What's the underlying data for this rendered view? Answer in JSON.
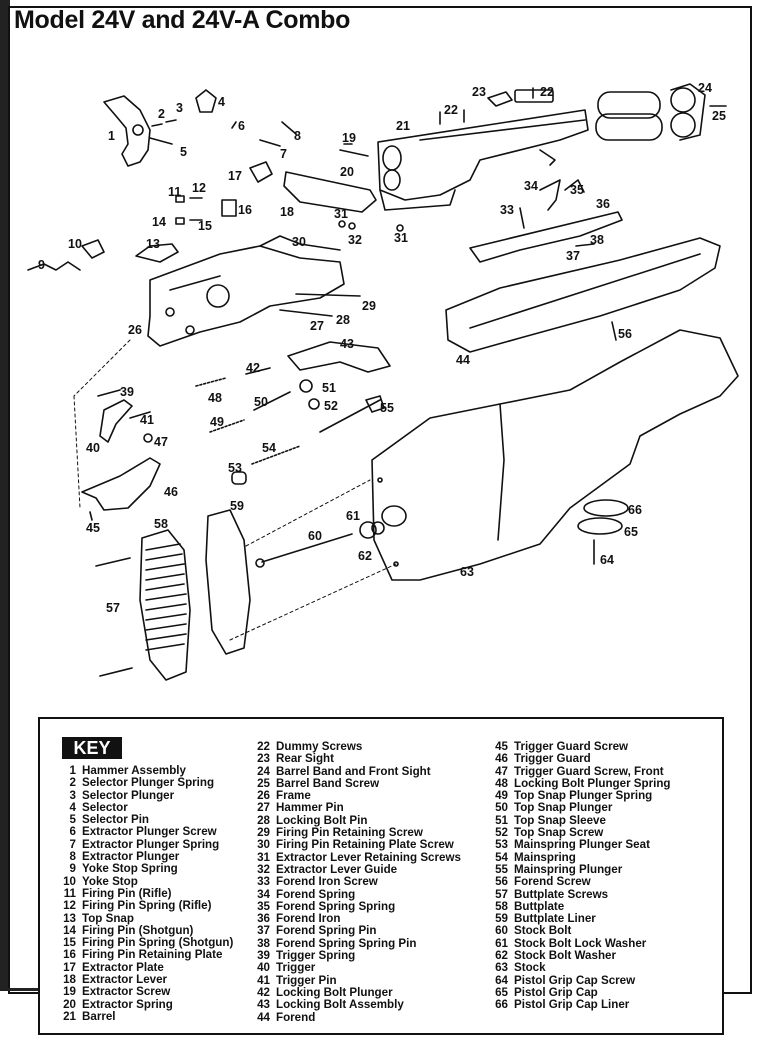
{
  "title": "Model 24V and 24V-A Combo",
  "key_heading": "KEY",
  "diagram_labels": [
    "1",
    "2",
    "3",
    "4",
    "5",
    "6",
    "7",
    "8",
    "9",
    "10",
    "11",
    "12",
    "13",
    "14",
    "15",
    "16",
    "17",
    "18",
    "19",
    "20",
    "21",
    "22",
    "22",
    "23",
    "24",
    "25",
    "26",
    "27",
    "28",
    "29",
    "30",
    "31",
    "31",
    "32",
    "33",
    "34",
    "35",
    "36",
    "37",
    "38",
    "39",
    "40",
    "41",
    "42",
    "43",
    "44",
    "45",
    "46",
    "47",
    "48",
    "49",
    "50",
    "51",
    "52",
    "53",
    "54",
    "55",
    "56",
    "57",
    "58",
    "59",
    "60",
    "61",
    "62",
    "63",
    "64",
    "65",
    "66"
  ],
  "parts": [
    {
      "num": "1",
      "name": "Hammer Assembly"
    },
    {
      "num": "2",
      "name": "Selector Plunger Spring"
    },
    {
      "num": "3",
      "name": "Selector Plunger"
    },
    {
      "num": "4",
      "name": "Selector"
    },
    {
      "num": "5",
      "name": "Selector Pin"
    },
    {
      "num": "6",
      "name": "Extractor Plunger Screw"
    },
    {
      "num": "7",
      "name": "Extractor Plunger Spring"
    },
    {
      "num": "8",
      "name": "Extractor Plunger"
    },
    {
      "num": "9",
      "name": "Yoke Stop Spring"
    },
    {
      "num": "10",
      "name": "Yoke Stop"
    },
    {
      "num": "11",
      "name": "Firing Pin (Rifle)"
    },
    {
      "num": "12",
      "name": "Firing Pin Spring (Rifle)"
    },
    {
      "num": "13",
      "name": "Top Snap"
    },
    {
      "num": "14",
      "name": "Firing Pin (Shotgun)"
    },
    {
      "num": "15",
      "name": "Firing Pin Spring (Shotgun)"
    },
    {
      "num": "16",
      "name": "Firing Pin Retaining Plate"
    },
    {
      "num": "17",
      "name": "Extractor Plate"
    },
    {
      "num": "18",
      "name": "Extractor Lever"
    },
    {
      "num": "19",
      "name": "Extractor Screw"
    },
    {
      "num": "20",
      "name": "Extractor Spring"
    },
    {
      "num": "21",
      "name": "Barrel"
    },
    {
      "num": "22",
      "name": "Dummy Screws"
    },
    {
      "num": "23",
      "name": "Rear Sight"
    },
    {
      "num": "24",
      "name": "Barrel Band and Front Sight"
    },
    {
      "num": "25",
      "name": "Barrel Band Screw"
    },
    {
      "num": "26",
      "name": "Frame"
    },
    {
      "num": "27",
      "name": "Hammer Pin"
    },
    {
      "num": "28",
      "name": "Locking Bolt Pin"
    },
    {
      "num": "29",
      "name": "Firing Pin Retaining Screw"
    },
    {
      "num": "30",
      "name": "Firing Pin Retaining Plate Screw"
    },
    {
      "num": "31",
      "name": "Extractor Lever Retaining Screws"
    },
    {
      "num": "32",
      "name": "Extractor Lever Guide"
    },
    {
      "num": "33",
      "name": "Forend Iron Screw"
    },
    {
      "num": "34",
      "name": "Forend Spring"
    },
    {
      "num": "35",
      "name": "Forend Spring Spring"
    },
    {
      "num": "36",
      "name": "Forend Iron"
    },
    {
      "num": "37",
      "name": "Forend Spring Pin"
    },
    {
      "num": "38",
      "name": "Forend Spring Spring Pin"
    },
    {
      "num": "39",
      "name": "Trigger Spring"
    },
    {
      "num": "40",
      "name": "Trigger"
    },
    {
      "num": "41",
      "name": "Trigger Pin"
    },
    {
      "num": "42",
      "name": "Locking Bolt Plunger"
    },
    {
      "num": "43",
      "name": "Locking Bolt Assembly"
    },
    {
      "num": "44",
      "name": "Forend"
    },
    {
      "num": "45",
      "name": "Trigger Guard Screw"
    },
    {
      "num": "46",
      "name": "Trigger Guard"
    },
    {
      "num": "47",
      "name": "Trigger Guard Screw, Front"
    },
    {
      "num": "48",
      "name": "Locking Bolt Plunger Spring"
    },
    {
      "num": "49",
      "name": "Top Snap Plunger Spring"
    },
    {
      "num": "50",
      "name": "Top Snap Plunger"
    },
    {
      "num": "51",
      "name": "Top Snap Sleeve"
    },
    {
      "num": "52",
      "name": "Top Snap Screw"
    },
    {
      "num": "53",
      "name": "Mainspring Plunger Seat"
    },
    {
      "num": "54",
      "name": "Mainspring"
    },
    {
      "num": "55",
      "name": "Mainspring Plunger"
    },
    {
      "num": "56",
      "name": "Forend Screw"
    },
    {
      "num": "57",
      "name": "Buttplate Screws"
    },
    {
      "num": "58",
      "name": "Buttplate"
    },
    {
      "num": "59",
      "name": "Buttplate Liner"
    },
    {
      "num": "60",
      "name": "Stock Bolt"
    },
    {
      "num": "61",
      "name": "Stock Bolt Lock Washer"
    },
    {
      "num": "62",
      "name": "Stock Bolt Washer"
    },
    {
      "num": "63",
      "name": "Stock"
    },
    {
      "num": "64",
      "name": "Pistol Grip Cap Screw"
    },
    {
      "num": "65",
      "name": "Pistol Grip Cap"
    },
    {
      "num": "66",
      "name": "Pistol Grip Cap Liner"
    }
  ]
}
